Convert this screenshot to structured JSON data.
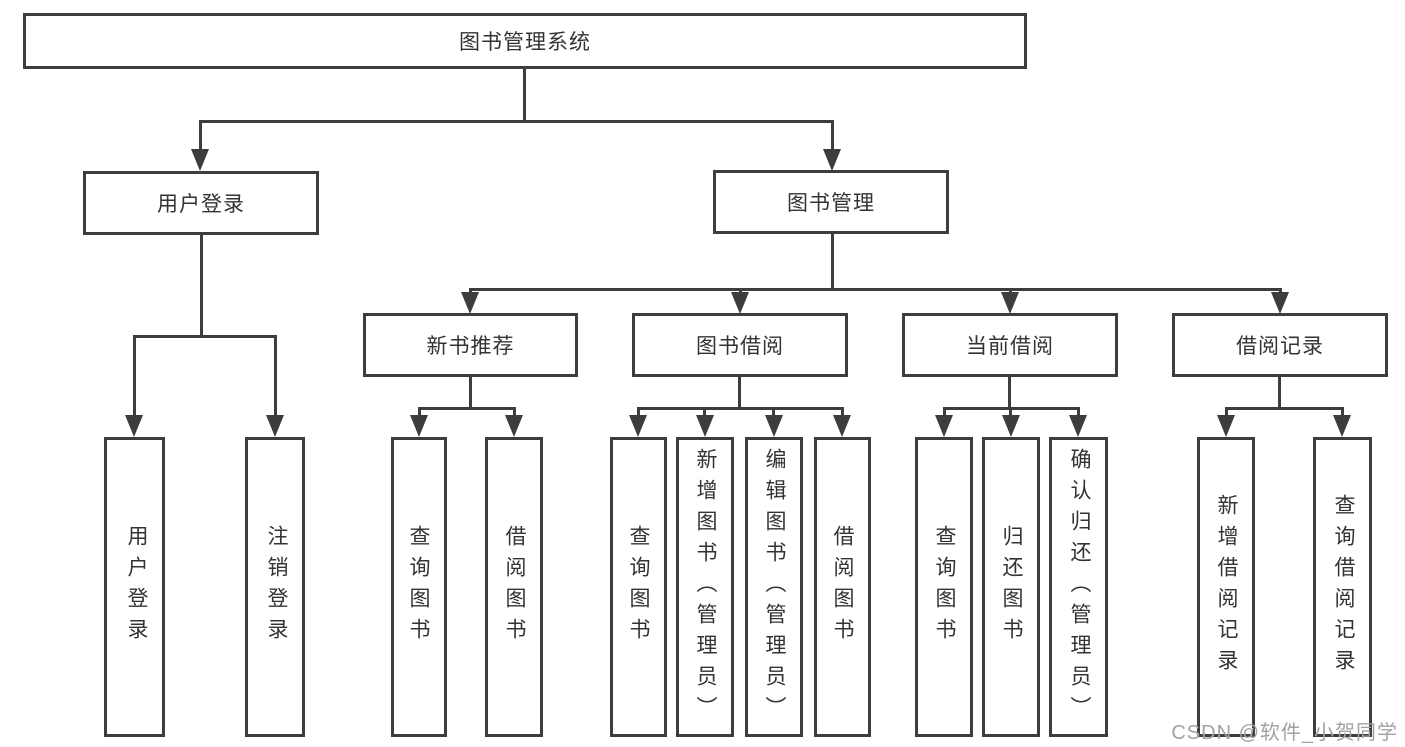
{
  "tree": {
    "root": {
      "label": "图书管理系统"
    },
    "branches": [
      {
        "label": "用户登录",
        "children": [
          {
            "label": "用户登录"
          },
          {
            "label": "注销登录"
          }
        ]
      },
      {
        "label": "图书管理",
        "children": [
          {
            "label": "新书推荐",
            "children": [
              {
                "label": "查询图书"
              },
              {
                "label": "借阅图书"
              }
            ]
          },
          {
            "label": "图书借阅",
            "children": [
              {
                "label": "查询图书"
              },
              {
                "label": "新增图书（管理员）"
              },
              {
                "label": "编辑图书（管理员）"
              },
              {
                "label": "借阅图书"
              }
            ]
          },
          {
            "label": "当前借阅",
            "children": [
              {
                "label": "查询图书"
              },
              {
                "label": "归还图书"
              },
              {
                "label": "确认归还（管理员）"
              }
            ]
          },
          {
            "label": "借阅记录",
            "children": [
              {
                "label": "新增借阅记录"
              },
              {
                "label": "查询借阅记录"
              }
            ]
          }
        ]
      }
    ]
  },
  "watermark": {
    "text": "CSDN @软件_小贺同学"
  },
  "colors": {
    "line": "#3d3d3d",
    "text": "#333333",
    "background": "#ffffff",
    "watermark": "#a2a2a2"
  }
}
